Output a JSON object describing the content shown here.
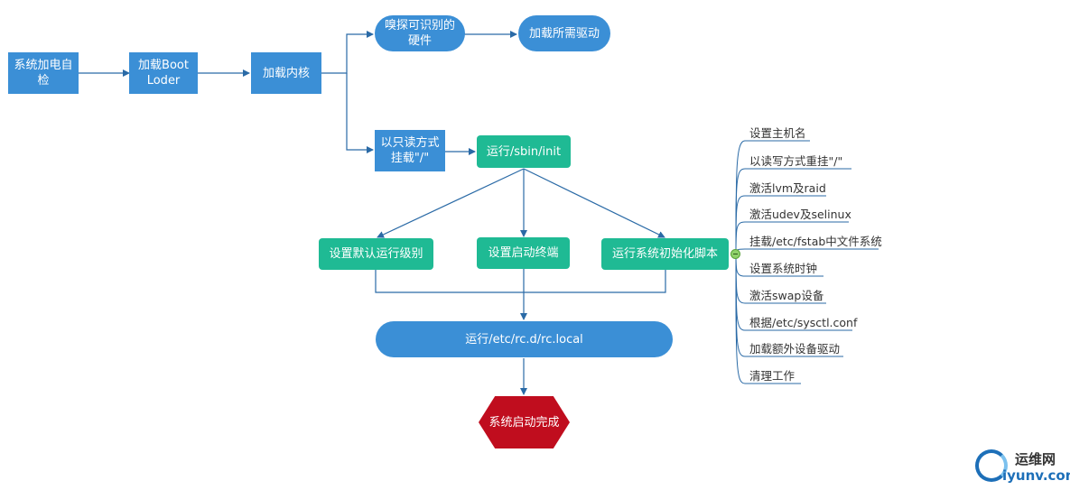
{
  "nodes": {
    "power_on": "系统加电自检",
    "bootloader": "加载Boot Loder",
    "kernel": "加载内核",
    "probe_hw": "嗅探可识别的硬件",
    "load_drivers": "加载所需驱动",
    "mount_root": "以只读方式挂载\"/\"",
    "run_init": "运行/sbin/init",
    "runlevel": "设置默认运行级别",
    "terminal": "设置启动终端",
    "init_scripts": "运行系统初始化脚本",
    "rc_local": "运行/etc/rc.d/rc.local",
    "complete": "系统启动完成"
  },
  "init_tasks": [
    "设置主机名",
    "以读写方式重挂\"/\"",
    "激活lvm及raid",
    "激活udev及selinux",
    "挂载/etc/fstab中文件系统",
    "设置系统时钟",
    "激活swap设备",
    "根据/etc/sysctl.conf",
    "加载额外设备驱动",
    "清理工作"
  ],
  "logo": {
    "cn": "运维网",
    "en": "iyunv.com"
  },
  "colors": {
    "box": "#3b8fd6",
    "teal": "#1fba94",
    "end": "#c00d1e",
    "line": "#2a6aa6"
  }
}
